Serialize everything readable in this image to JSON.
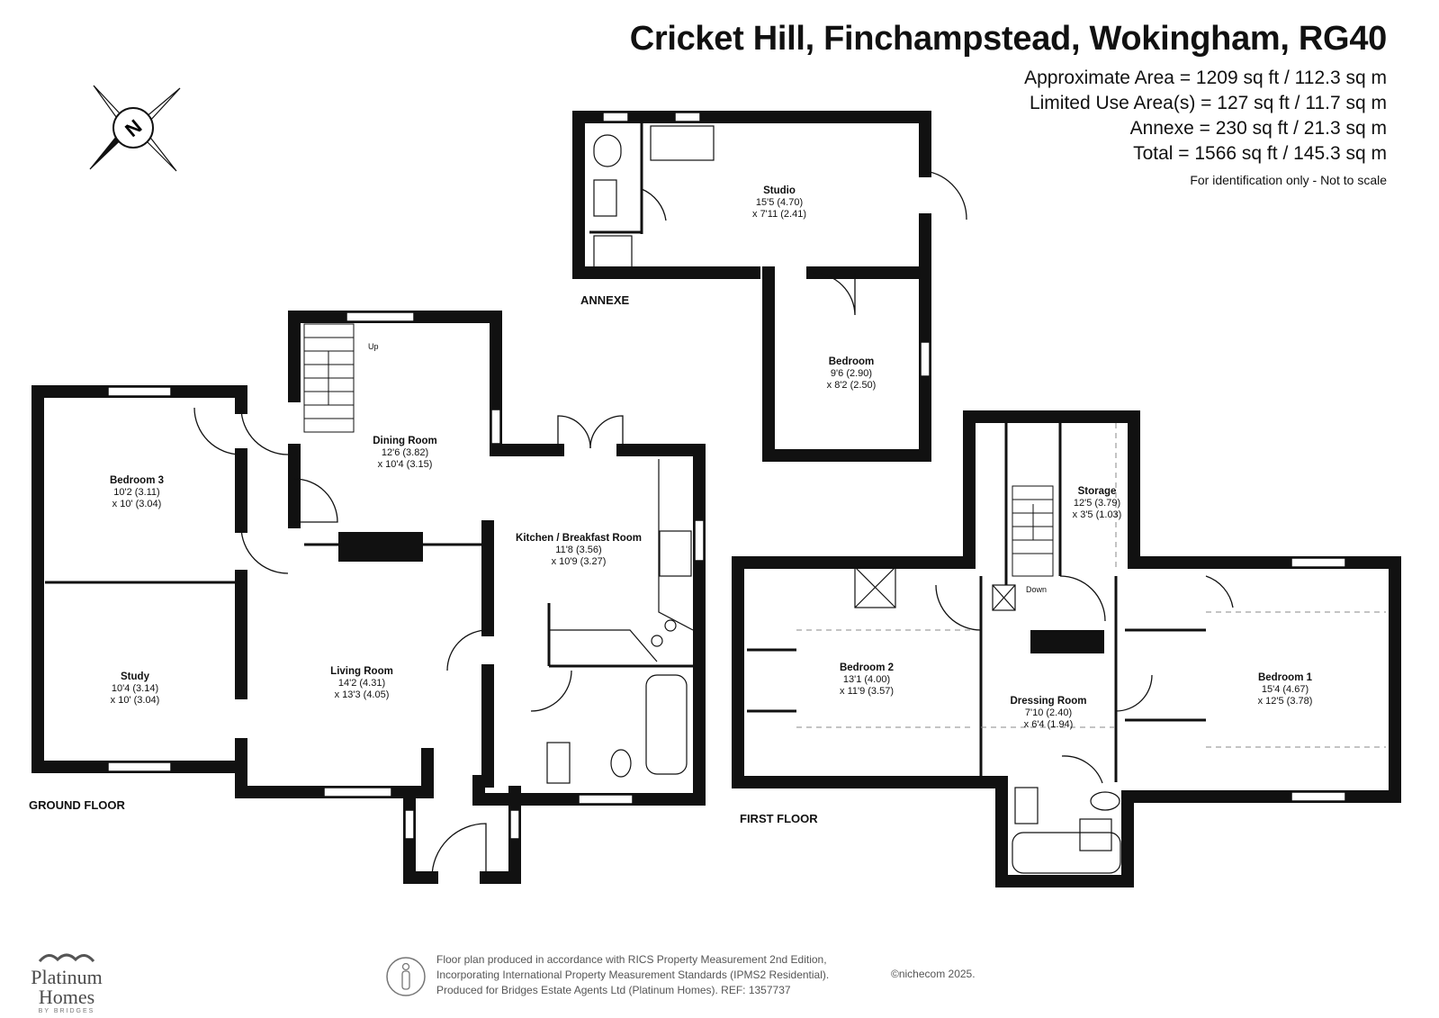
{
  "header": {
    "title": "Cricket Hill, Finchampstead, Wokingham, RG40",
    "area_lines": [
      "Approximate Area = 1209 sq ft / 112.3 sq m",
      "Limited Use Area(s) = 127 sq ft / 11.7 sq m",
      "Annexe = 230 sq ft / 21.3 sq m",
      "Total = 1566 sq ft / 145.3 sq m"
    ],
    "note": "For identification only - Not to scale"
  },
  "compass": {
    "label": "N"
  },
  "floors": {
    "ground": "GROUND FLOOR",
    "first": "FIRST FLOOR",
    "annexe": "ANNEXE"
  },
  "rooms": {
    "studio": {
      "name": "Studio",
      "dim1": "15'5 (4.70)",
      "dim2": "x 7'11 (2.41)"
    },
    "annexe_bedroom": {
      "name": "Bedroom",
      "dim1": "9'6 (2.90)",
      "dim2": "x 8'2 (2.50)"
    },
    "dining": {
      "name": "Dining Room",
      "dim1": "12'6 (3.82)",
      "dim2": "x 10'4 (3.15)"
    },
    "bedroom3": {
      "name": "Bedroom 3",
      "dim1": "10'2 (3.11)",
      "dim2": "x 10' (3.04)"
    },
    "kitchen": {
      "name": "Kitchen / Breakfast Room",
      "dim1": "11'8 (3.56)",
      "dim2": "x 10'9 (3.27)"
    },
    "study": {
      "name": "Study",
      "dim1": "10'4 (3.14)",
      "dim2": "x 10' (3.04)"
    },
    "living": {
      "name": "Living Room",
      "dim1": "14'2 (4.31)",
      "dim2": "x 13'3 (4.05)"
    },
    "storage": {
      "name": "Storage",
      "dim1": "12'5 (3.79)",
      "dim2": "x 3'5 (1.03)"
    },
    "bedroom2": {
      "name": "Bedroom 2",
      "dim1": "13'1 (4.00)",
      "dim2": "x 11'9 (3.57)"
    },
    "dressing": {
      "name": "Dressing Room",
      "dim1": "7'10 (2.40)",
      "dim2": "x 6'4 (1.94)"
    },
    "bedroom1": {
      "name": "Bedroom 1",
      "dim1": "15'4 (4.67)",
      "dim2": "x 12'5 (3.78)"
    }
  },
  "stairs": {
    "up": "Up",
    "down": "Down"
  },
  "footer": {
    "lines": [
      "Floor plan produced in accordance with RICS Property Measurement 2nd Edition,",
      "Incorporating International Property Measurement Standards (IPMS2 Residential).",
      "Produced for Bridges Estate Agents Ltd (Platinum Homes).   REF: 1357737"
    ],
    "producer": "©nichecom  2025."
  },
  "brand": {
    "name_line1": "Platinum",
    "name_line2": "Homes",
    "tagline": "BY BRIDGES"
  }
}
